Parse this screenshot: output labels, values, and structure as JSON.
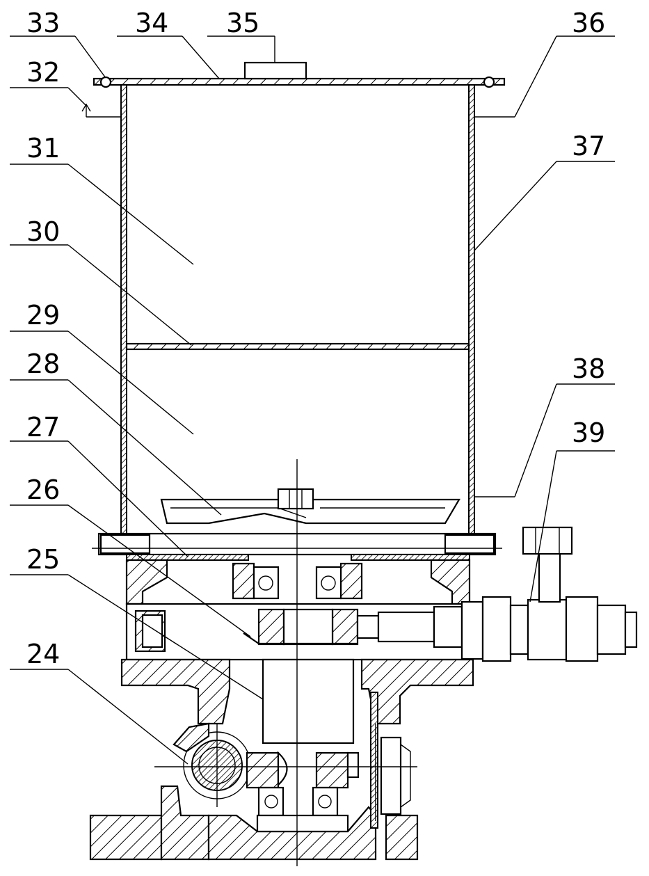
{
  "labels": {
    "l24": "24",
    "l25": "25",
    "l26": "26",
    "l27": "27",
    "l28": "28",
    "l29": "29",
    "l30": "30",
    "l31": "31",
    "l32": "32",
    "l33": "33",
    "l34": "34",
    "l35": "35",
    "l36": "36",
    "l37": "37",
    "l38": "38",
    "l39": "39"
  }
}
